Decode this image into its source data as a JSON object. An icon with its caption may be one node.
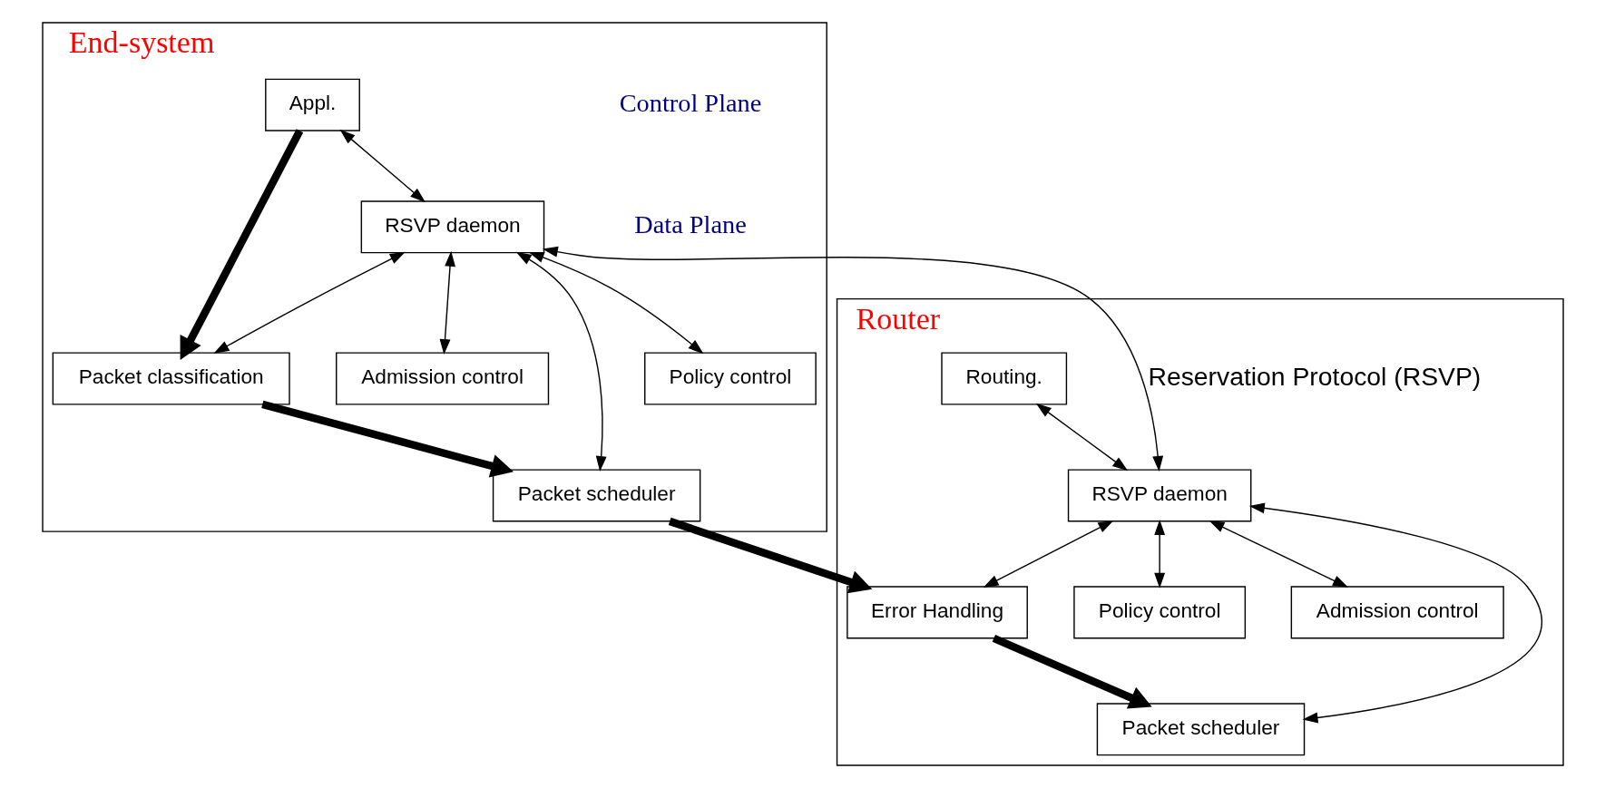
{
  "diagram": {
    "nodes": [
      {
        "text": [
          "End-system"
        ]
      },
      {
        "text": [
          "Router"
        ]
      },
      {
        "text": [
          "Appl."
        ],
        "in": 0
      },
      {
        "text": [
          "RSVP daemon"
        ],
        "in": 0
      },
      {
        "text": [
          "Policy control"
        ],
        "in": 0
      },
      {
        "text": [
          "Admission control"
        ],
        "in": 0
      },
      {
        "text": [
          "Packet classification"
        ],
        "in": 0
      },
      {
        "text": [
          "Packet scheduler"
        ],
        "in": 0
      },
      {
        "text": [
          "Routing."
        ],
        "in": 1
      },
      {
        "text": [
          "RSVP daemon"
        ],
        "in": 1
      },
      {
        "text": [
          "Policy control"
        ],
        "in": 1
      },
      {
        "text": [
          "Admission control"
        ],
        "in": 1
      },
      {
        "text": [
          "Error Handling"
        ],
        "in": 1
      },
      {
        "text": [
          "Packet scheduler"
        ],
        "in": 1
      }
    ],
    "edges": [
      {
        "from": 3,
        "to": 9,
        "arrow": "both",
        "label": "Reservation Protocol (RSVP)"
      },
      {
        "from": 2,
        "to": 3,
        "arrow": "both"
      },
      {
        "from": 3,
        "to": 4,
        "arrow": "both"
      },
      {
        "from": 3,
        "to": 5,
        "arrow": "both"
      },
      {
        "from": 3,
        "to": 6,
        "arrow": "both"
      },
      {
        "from": 3,
        "to": 7,
        "arrow": "both"
      },
      {
        "from": 2,
        "to": 6,
        "arrow": "to",
        "style": "thick"
      },
      {
        "from": 6,
        "to": 7,
        "arrow": "to",
        "style": "thick"
      },
      {
        "from": 7,
        "to": 12,
        "arrow": "to",
        "style": "thick"
      },
      {
        "from": 8,
        "to": 9,
        "arrow": "both"
      },
      {
        "from": 9,
        "to": 10,
        "arrow": "both"
      },
      {
        "from": 9,
        "to": 11,
        "arrow": "both"
      },
      {
        "from": 9,
        "to": 12,
        "arrow": "both"
      },
      {
        "from": 9,
        "to": 13,
        "arrow": "both"
      },
      {
        "from": 12,
        "to": 13,
        "arrow": "to",
        "style": "thick"
      }
    ],
    "labels": [
      "Control Plane",
      "Data Plane"
    ]
  }
}
